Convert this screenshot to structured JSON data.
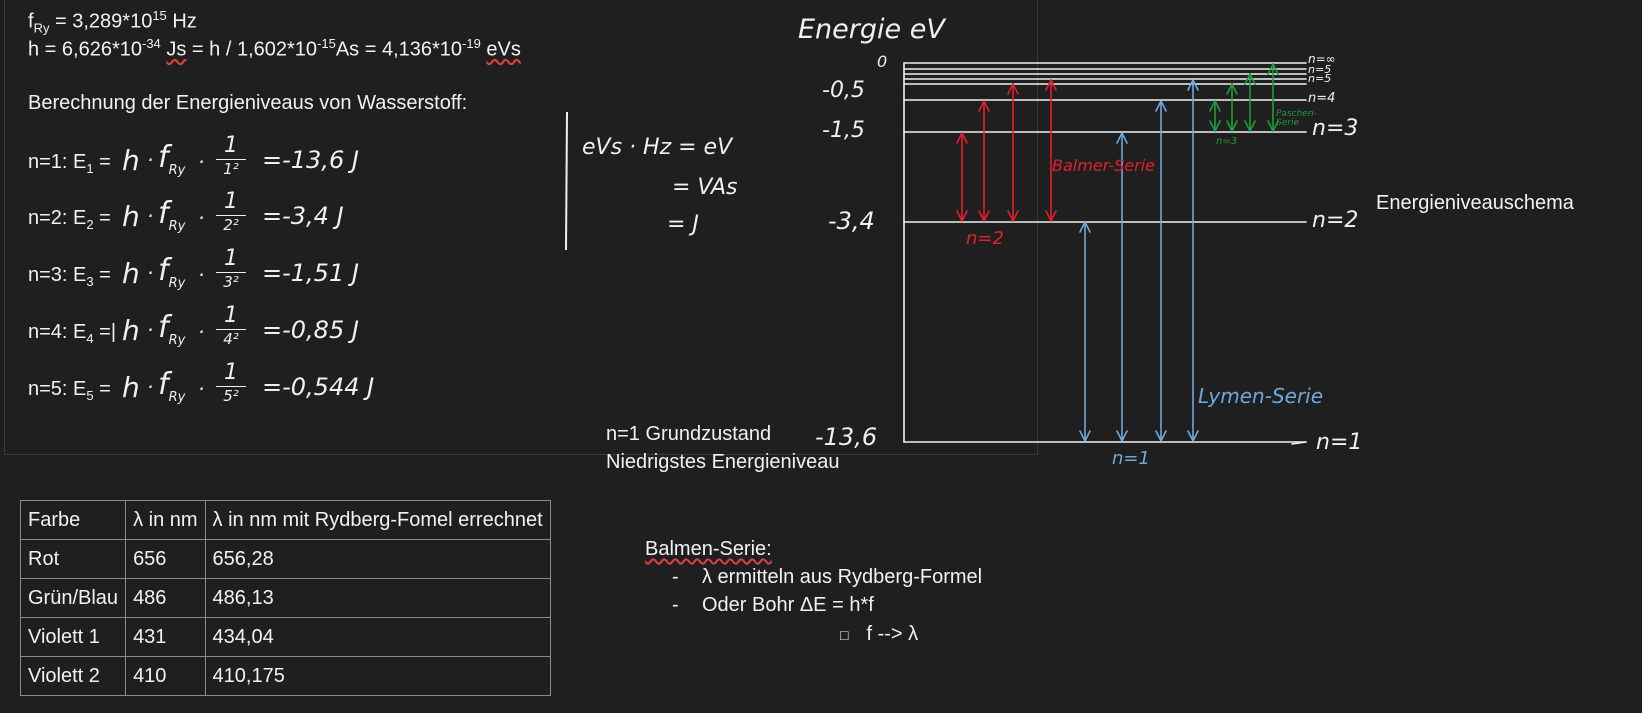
{
  "constants": {
    "f_label": "f",
    "f_sub": "Ry",
    "f_rest": " = 3,289*10",
    "f_exp": "15",
    "f_unit": " Hz",
    "h_line_a": "h = 6,626*10",
    "h_exp1": "-34",
    "h_unit1": "Js",
    "h_line_b": " = h / 1,602*10",
    "h_exp2": "-15",
    "h_line_c": "As = 4,136*10",
    "h_exp3": "-19",
    "h_unit3": "eVs"
  },
  "heading": "Berechnung der Energieniveaus von Wasserstoff:",
  "levels": [
    {
      "label": "n=1: E",
      "sub": "1",
      "eq": " =",
      "den": "1²",
      "result": "=-13,6 J"
    },
    {
      "label": "n=2: E",
      "sub": "2",
      "eq": " =",
      "den": "2²",
      "result": "=-3,4 J"
    },
    {
      "label": "n=3: E",
      "sub": "3",
      "eq": " =",
      "den": "3²",
      "result": "=-1,51 J"
    },
    {
      "label": "n=4: E",
      "sub": "4",
      "eq": " =|",
      "den": "4²",
      "result": "=-0,85 J"
    },
    {
      "label": "n=5: E",
      "sub": "5",
      "eq": " =",
      "den": "5²",
      "result": "=-0,544 J"
    }
  ],
  "formula": {
    "h": "h",
    "f": "f",
    "fsub": "Ry",
    "dot": "·",
    "num": "1"
  },
  "units_note": [
    "eVs · Hz = eV",
    "= VAs",
    "= J"
  ],
  "ground_state": [
    "n=1 Grundzustand",
    "Niedrigstes Energieniveau"
  ],
  "diagram": {
    "axis_title": "Energie eV",
    "schema_label": "Energieniveauschema",
    "values": [
      "0",
      "-0,5",
      "-1,5",
      "-3,4",
      "-13,6"
    ],
    "levels_right": [
      "n=∞",
      "n=5",
      "n=5",
      "n=4",
      "n=3",
      "n=2",
      "n=1"
    ],
    "balmer_label": "Balmer-Serie",
    "balmer_n": "n=2",
    "lyman_label": "Lymen-Serie",
    "lyman_n": "n=1",
    "paschen_label": "Paschen-Serie",
    "paschen_n": "n=3",
    "colors": {
      "balmer": "#e0202e",
      "lyman": "#6fa8dc",
      "paschen": "#1f9a3c",
      "lines": "#f0f0f0"
    }
  },
  "table": {
    "headers": [
      "Farbe",
      "λ in nm",
      "λ in nm mit Rydberg-Fomel errechnet"
    ],
    "rows": [
      [
        "Rot",
        "656",
        "656,28"
      ],
      [
        "Grün/Blau",
        "486",
        "486,13"
      ],
      [
        "Violett 1",
        "431",
        "434,04"
      ],
      [
        "Violett 2",
        "410",
        "410,175"
      ]
    ]
  },
  "notes": {
    "title": "Balmen-Serie:",
    "items": [
      "λ ermitteln aus Rydberg-Formel",
      "Oder Bohr ΔE = h*f"
    ],
    "sub_item": "f --> λ",
    "sub_bullet": "□"
  }
}
